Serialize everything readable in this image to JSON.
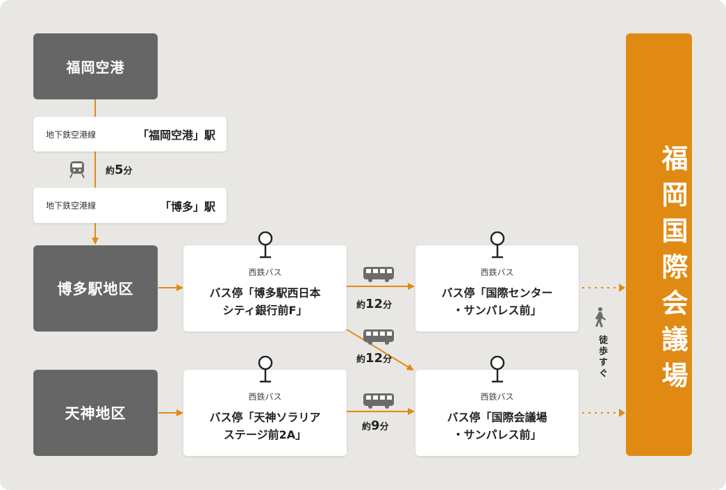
{
  "colors": {
    "accent": "#e18a13",
    "dark_box": "#666666",
    "background": "#e9e7e3"
  },
  "origins": {
    "airport": "福岡空港",
    "hakata": "博多駅地区",
    "tenjin": "天神地区"
  },
  "subway": {
    "line_name": "地下鉄空港線",
    "station_airport": "「福岡空港」駅",
    "station_hakata": "「博多」駅",
    "duration_prefix": "約",
    "duration_num": "5",
    "duration_unit": "分",
    "icon": "train-icon"
  },
  "stops": {
    "company": "西鉄バス",
    "hakata_stop_line1": "バス停「博多駅西日本",
    "hakata_stop_line2": "シティ銀行前F」",
    "kokusai_center_line1": "バス停「国際センター",
    "kokusai_center_line2": "・サンパレス前」",
    "tenjin_stop_line1": "バス停「天神ソラリア",
    "tenjin_stop_line2": "ステージ前2A」",
    "kaigijo_stop_line1": "バス停「国際会議場",
    "kaigijo_stop_line2": "・サンパレス前」",
    "pin_icon": "bus-stop-pin-icon"
  },
  "bus_times": {
    "prefix": "約",
    "unit": "分",
    "hakata_to_center": "12",
    "hakata_to_kaigijo": "12",
    "tenjin_to_kaigijo": "9",
    "icon": "bus-icon"
  },
  "walk": {
    "label": "徒歩すぐ",
    "icon": "walking-person-icon"
  },
  "destination": "福岡国際会議場"
}
